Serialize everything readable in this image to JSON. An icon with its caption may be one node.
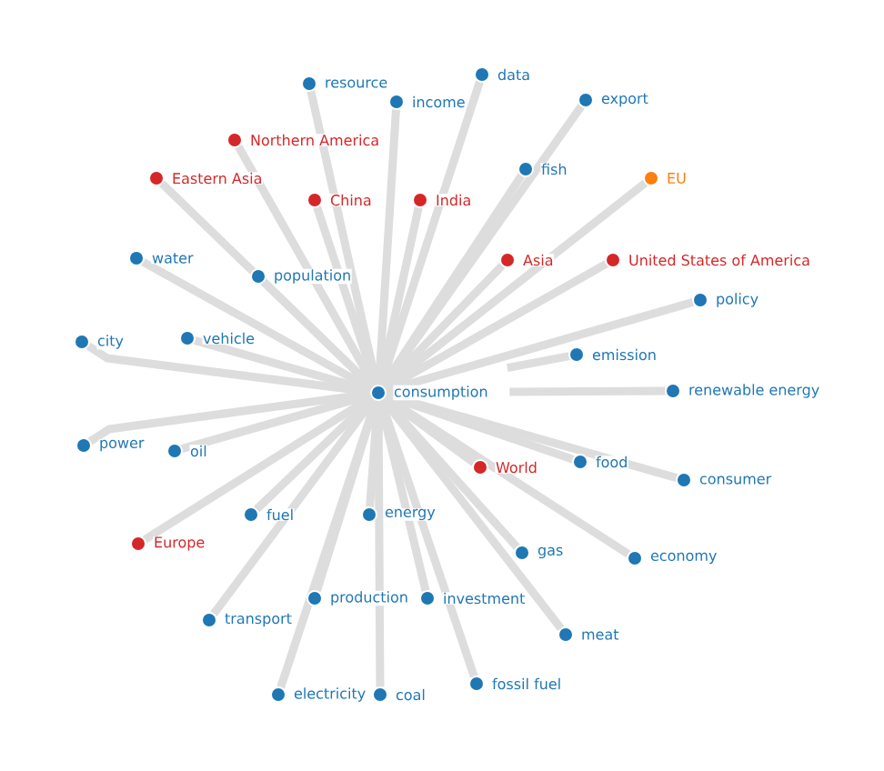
{
  "diagram": {
    "nodes": [
      {
        "text": [
          "consumption"
        ]
      },
      {
        "text": [
          "resource"
        ]
      },
      {
        "text": [
          "income"
        ]
      },
      {
        "text": [
          "data"
        ]
      },
      {
        "text": [
          "export"
        ]
      },
      {
        "text": [
          "Northern America"
        ]
      },
      {
        "text": [
          "Eastern Asia"
        ]
      },
      {
        "text": [
          "China"
        ]
      },
      {
        "text": [
          "India"
        ]
      },
      {
        "text": [
          "fish"
        ]
      },
      {
        "text": [
          "EU"
        ]
      },
      {
        "text": [
          "water"
        ]
      },
      {
        "text": [
          "population"
        ]
      },
      {
        "text": [
          "Asia"
        ]
      },
      {
        "text": [
          "United States of America"
        ]
      },
      {
        "text": [
          "policy"
        ]
      },
      {
        "text": [
          "city"
        ]
      },
      {
        "text": [
          "vehicle"
        ]
      },
      {
        "text": [
          "emission"
        ]
      },
      {
        "text": [
          "renewable energy"
        ]
      },
      {
        "text": [
          "power"
        ]
      },
      {
        "text": [
          "oil"
        ]
      },
      {
        "text": [
          "food"
        ]
      },
      {
        "text": [
          "World"
        ]
      },
      {
        "text": [
          "consumer"
        ]
      },
      {
        "text": [
          "fuel"
        ]
      },
      {
        "text": [
          "energy"
        ]
      },
      {
        "text": [
          "Europe"
        ]
      },
      {
        "text": [
          "gas"
        ]
      },
      {
        "text": [
          "economy"
        ]
      },
      {
        "text": [
          "production"
        ]
      },
      {
        "text": [
          "investment"
        ]
      },
      {
        "text": [
          "transport"
        ]
      },
      {
        "text": [
          "meat"
        ]
      },
      {
        "text": [
          "fossil fuel"
        ]
      },
      {
        "text": [
          "electricity"
        ]
      },
      {
        "text": [
          "coal"
        ]
      }
    ],
    "edges": [
      {
        "from": 0,
        "to": 1,
        "arrow": "none"
      },
      {
        "from": 0,
        "to": 2,
        "arrow": "none"
      },
      {
        "from": 0,
        "to": 3,
        "arrow": "none"
      },
      {
        "from": 0,
        "to": 4,
        "arrow": "none"
      },
      {
        "from": 0,
        "to": 5,
        "arrow": "none"
      },
      {
        "from": 0,
        "to": 6,
        "arrow": "none"
      },
      {
        "from": 0,
        "to": 7,
        "arrow": "none"
      },
      {
        "from": 0,
        "to": 8,
        "arrow": "none"
      },
      {
        "from": 0,
        "to": 9,
        "arrow": "none"
      },
      {
        "from": 0,
        "to": 10,
        "arrow": "none"
      },
      {
        "from": 0,
        "to": 11,
        "arrow": "none"
      },
      {
        "from": 0,
        "to": 12,
        "arrow": "none"
      },
      {
        "from": 0,
        "to": 13,
        "arrow": "none"
      },
      {
        "from": 0,
        "to": 14,
        "arrow": "none"
      },
      {
        "from": 0,
        "to": 15,
        "arrow": "none"
      },
      {
        "from": 0,
        "to": 16,
        "arrow": "none"
      },
      {
        "from": 0,
        "to": 17,
        "arrow": "none"
      },
      {
        "from": 0,
        "to": 18,
        "arrow": "none"
      },
      {
        "from": 0,
        "to": 19,
        "arrow": "none"
      },
      {
        "from": 0,
        "to": 20,
        "arrow": "none"
      },
      {
        "from": 0,
        "to": 21,
        "arrow": "none"
      },
      {
        "from": 0,
        "to": 22,
        "arrow": "none"
      },
      {
        "from": 0,
        "to": 23,
        "arrow": "none"
      },
      {
        "from": 0,
        "to": 24,
        "arrow": "none"
      },
      {
        "from": 0,
        "to": 25,
        "arrow": "none"
      },
      {
        "from": 0,
        "to": 26,
        "arrow": "none"
      },
      {
        "from": 0,
        "to": 27,
        "arrow": "none"
      },
      {
        "from": 0,
        "to": 28,
        "arrow": "none"
      },
      {
        "from": 0,
        "to": 29,
        "arrow": "none"
      },
      {
        "from": 0,
        "to": 30,
        "arrow": "none"
      },
      {
        "from": 0,
        "to": 31,
        "arrow": "none"
      },
      {
        "from": 0,
        "to": 32,
        "arrow": "none"
      },
      {
        "from": 0,
        "to": 33,
        "arrow": "none"
      },
      {
        "from": 0,
        "to": 34,
        "arrow": "none"
      },
      {
        "from": 0,
        "to": 35,
        "arrow": "none"
      },
      {
        "from": 0,
        "to": 36,
        "arrow": "none"
      }
    ]
  }
}
